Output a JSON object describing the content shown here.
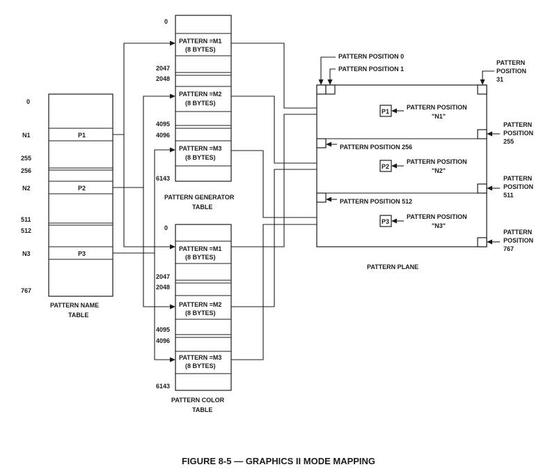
{
  "name_table": {
    "title_line1": "PATTERN NAME",
    "title_line2": "TABLE",
    "addresses": [
      "0",
      "N1",
      "255",
      "256",
      "N2",
      "511",
      "512",
      "N3",
      "767"
    ],
    "entries": [
      "P1",
      "P2",
      "P3"
    ]
  },
  "generator_table": {
    "title_line1": "PATTERN GENERATOR",
    "title_line2": "TABLE",
    "addresses": [
      "0",
      "2047",
      "2048",
      "4095",
      "4096",
      "6143"
    ],
    "entries": [
      {
        "line1": "PATTERN =M1",
        "line2": "(8 BYTES)"
      },
      {
        "line1": "PATTERN =M2",
        "line2": "(8 BYTES)"
      },
      {
        "line1": "PATTERN =M3",
        "line2": "(8 BYTES)"
      }
    ]
  },
  "color_table": {
    "title_line1": "PATTERN COLOR",
    "title_line2": "TABLE",
    "addresses": [
      "0",
      "2047",
      "2048",
      "4095",
      "4096",
      "6143"
    ],
    "entries": [
      {
        "line1": "PATTERN =M1",
        "line2": "(8 BYTES)"
      },
      {
        "line1": "PATTERN =M2",
        "line2": "(8 BYTES)"
      },
      {
        "line1": "PATTERN =M3",
        "line2": "(8 BYTES)"
      }
    ]
  },
  "pattern_plane": {
    "title": "PATTERN PLANE",
    "positions": {
      "p0": "PATTERN POSITION 0",
      "p1": "PATTERN POSITION 1",
      "p31": [
        "PATTERN",
        "POSITION",
        "31"
      ],
      "p255": [
        "PATTERN",
        "POSITION",
        "255"
      ],
      "p256": "PATTERN  POSITION  256",
      "p511": [
        "PATTERN",
        "POSITION",
        "511"
      ],
      "p512": "PATTERN  POSITION  512",
      "p767": [
        "PATTERN",
        "POSITION",
        "767"
      ]
    },
    "markers": [
      {
        "label": "P1",
        "desc_line1": "PATTERN POSITION",
        "desc_line2": "\"N1\""
      },
      {
        "label": "P2",
        "desc_line1": "PATTERN POSITION",
        "desc_line2": "\"N2\""
      },
      {
        "label": "P3",
        "desc_line1": "PATTERN POSITION",
        "desc_line2": "\"N3\""
      }
    ]
  },
  "caption": "FIGURE 8-5 — GRAPHICS II MODE MAPPING"
}
